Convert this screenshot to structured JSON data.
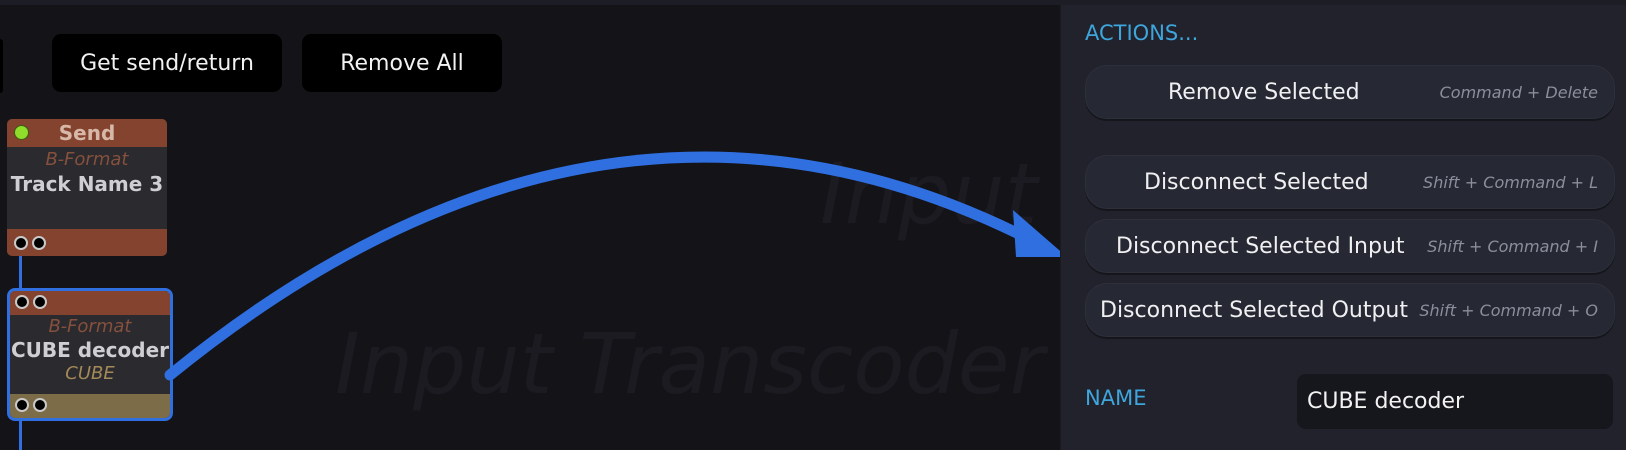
{
  "toolbar": {
    "get_send_return_label": "Get send/return",
    "remove_all_label": "Remove All"
  },
  "canvas": {
    "watermark_text": "Input Transcoder"
  },
  "nodes": {
    "send": {
      "header": "Send",
      "format": "B-Format",
      "title": "Track Name 3"
    },
    "decoder": {
      "format": "B-Format",
      "title": "CUBE decoder",
      "subtitle": "CUBE"
    }
  },
  "panel": {
    "actions_heading": "ACTIONS...",
    "actions": [
      {
        "label": "Remove Selected",
        "shortcut": "Command + Delete"
      },
      {
        "label": "Disconnect Selected",
        "shortcut": "Shift + Command + L"
      },
      {
        "label": "Disconnect Selected Input",
        "shortcut": "Shift + Command + I"
      },
      {
        "label": "Disconnect Selected Output",
        "shortcut": "Shift + Command + O"
      }
    ],
    "name_heading": "NAME",
    "name_value": "CUBE decoder"
  },
  "colors": {
    "accent_blue": "#2f6fe0",
    "section_heading": "#3ea6dc",
    "node_brown": "#84432f",
    "node_gold": "#7d6c48",
    "status_green": "#8fdc2b"
  }
}
